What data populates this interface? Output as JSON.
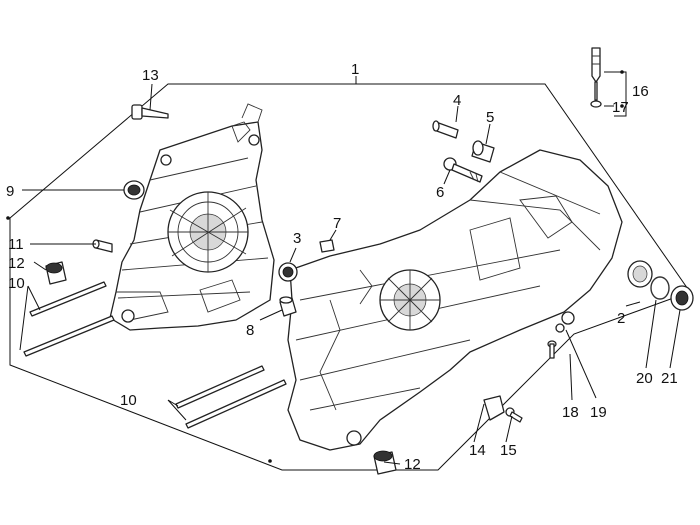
{
  "callouts": [
    {
      "id": "c1",
      "text": "1"
    },
    {
      "id": "c2",
      "text": "2"
    },
    {
      "id": "c3",
      "text": "3"
    },
    {
      "id": "c4",
      "text": "4"
    },
    {
      "id": "c5",
      "text": "5"
    },
    {
      "id": "c6",
      "text": "6"
    },
    {
      "id": "c7",
      "text": "7"
    },
    {
      "id": "c8",
      "text": "8"
    },
    {
      "id": "c9",
      "text": "9"
    },
    {
      "id": "c10a",
      "text": "10"
    },
    {
      "id": "c10b",
      "text": "10"
    },
    {
      "id": "c11",
      "text": "11"
    },
    {
      "id": "c12a",
      "text": "12"
    },
    {
      "id": "c12b",
      "text": "12"
    },
    {
      "id": "c13",
      "text": "13"
    },
    {
      "id": "c14",
      "text": "14"
    },
    {
      "id": "c15",
      "text": "15"
    },
    {
      "id": "c16",
      "text": "16"
    },
    {
      "id": "c17",
      "text": "17"
    },
    {
      "id": "c18",
      "text": "18"
    },
    {
      "id": "c19",
      "text": "19"
    },
    {
      "id": "c20",
      "text": "20"
    },
    {
      "id": "c21",
      "text": "21"
    }
  ]
}
